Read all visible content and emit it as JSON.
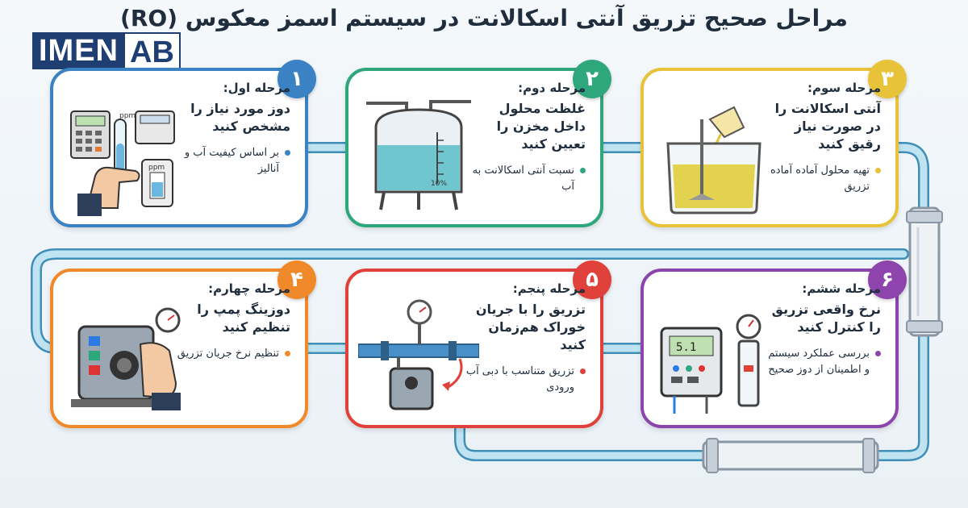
{
  "title": "مراحل صحیح تزریق آنتی اسکالانت در سیستم اسمز معکوس (RO)",
  "logo": {
    "part1": "IMEN",
    "part2": "AB"
  },
  "steps": [
    {
      "num": "۱",
      "label": "مرحله اول:",
      "heading": "دوز مورد نیاز را مشخص کنید",
      "bullet": "بر اساس کیفیت آب و آنالیز",
      "color": "#3b82c4",
      "illustration": "calculator-hand-test-tube-icon",
      "labels": {
        "ppm1": "ppm",
        "ppm2": "ppm"
      }
    },
    {
      "num": "۲",
      "label": "مرحله دوم:",
      "heading": "غلظت محلول داخل مخزن را تعیین کنید",
      "bullet": "نسبت آنتی اسکالانت به آب",
      "color": "#2fa77c",
      "illustration": "tank-icon",
      "labels": {
        "pct": "10%"
      }
    },
    {
      "num": "۳",
      "label": "مرحله سوم:",
      "heading": "آنتی اسکالانت را در صورت نیاز رقیق کنید",
      "bullet": "تهیه محلول آماده آماده تزریق",
      "color": "#e8c33a",
      "illustration": "beaker-mixer-icon"
    },
    {
      "num": "۴",
      "label": "مرحله چهارم:",
      "heading": "دوزینگ پمپ را تنظیم کنید",
      "bullet": "تنظیم نرخ جریان تزریق",
      "color": "#f0892a",
      "illustration": "pump-dial-hand-icon"
    },
    {
      "num": "۵",
      "label": "مرحله پنجم:",
      "heading": "تزریق را با جریان خوراک هم‌زمان کنید",
      "bullet": "تزریق متناسب با دبی آب ورودی",
      "color": "#e0413a",
      "illustration": "pipe-pump-gauge-icon"
    },
    {
      "num": "۶",
      "label": "مرحله ششم:",
      "heading": "نرخ واقعی تزریق را کنترل کنید",
      "bullet": "بررسی عملکرد سیستم و اطمینان از دوز صحیح",
      "color": "#8e44ad",
      "illustration": "controller-flowmeter-icon",
      "labels": {
        "display": "5.1"
      }
    }
  ],
  "colors": {
    "pipe": "#7fc3e0",
    "pipe_edge": "#3f8fb8"
  }
}
